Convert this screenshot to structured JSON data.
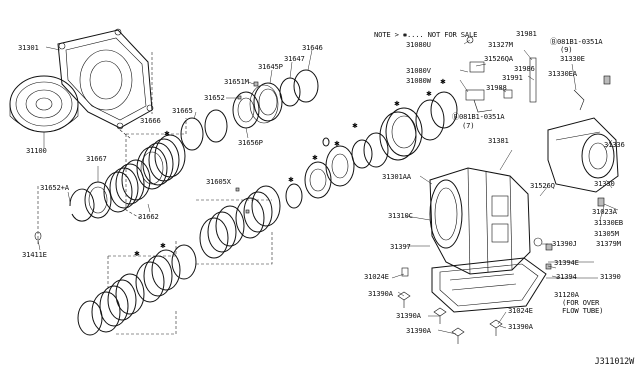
{
  "note": {
    "prefix": "NOTE >",
    "mark": "✱",
    "text": ".... NOT FOR SALE"
  },
  "reference_code": "J311012W",
  "labels": {
    "l31301": "31301",
    "l31100": "31100",
    "l31646": "31646",
    "l31647": "31647",
    "l31645p": "31645P",
    "l31651m": "31651M",
    "l31652": "31652",
    "l31665": "31665",
    "l31666": "31666",
    "l31656p": "31656P",
    "l31667": "31667",
    "l31652a": "31652+A",
    "l31662": "31662",
    "l31605x": "31605X",
    "l31411e": "31411E",
    "l31080u": "31080U",
    "l31327m": "31327M",
    "l31981": "31981",
    "l31526qa": "31526QA",
    "l31986": "31986",
    "l31080v": "31080V",
    "l31080w": "31080W",
    "l31991": "31991",
    "l31988": "31988",
    "l081b1_top": "Ⓑ081B1-0351A",
    "l081b1_top_qty": "(9)",
    "l31330e": "31330E",
    "l31330ea": "31330EA",
    "l081b1_mid": "Ⓑ081B1-0351A",
    "l081b1_mid_qty": "(7)",
    "l31381": "31381",
    "l31336": "31336",
    "l31330": "31330",
    "l31301aa": "31301AA",
    "l31526q": "31526Q",
    "l31023a": "31023A",
    "l31330eb": "31330EB",
    "l31305m": "31305M",
    "l31310c": "31310C",
    "l31397": "31397",
    "l31390j": "31390J",
    "l31379m": "31379M",
    "l31394e": "31394E",
    "l31024e_a": "31024E",
    "l31394": "31394",
    "l31390": "31390",
    "l31390a_a": "31390A",
    "l31120a": "31120A",
    "l31120a_note1": "(FOR OVER",
    "l31120a_note2": "FLOW TUBE)",
    "l31024e_b": "31024E",
    "l31390a_b": "31390A",
    "l31390a_c": "31390A",
    "l31390a_d": "31390A"
  }
}
